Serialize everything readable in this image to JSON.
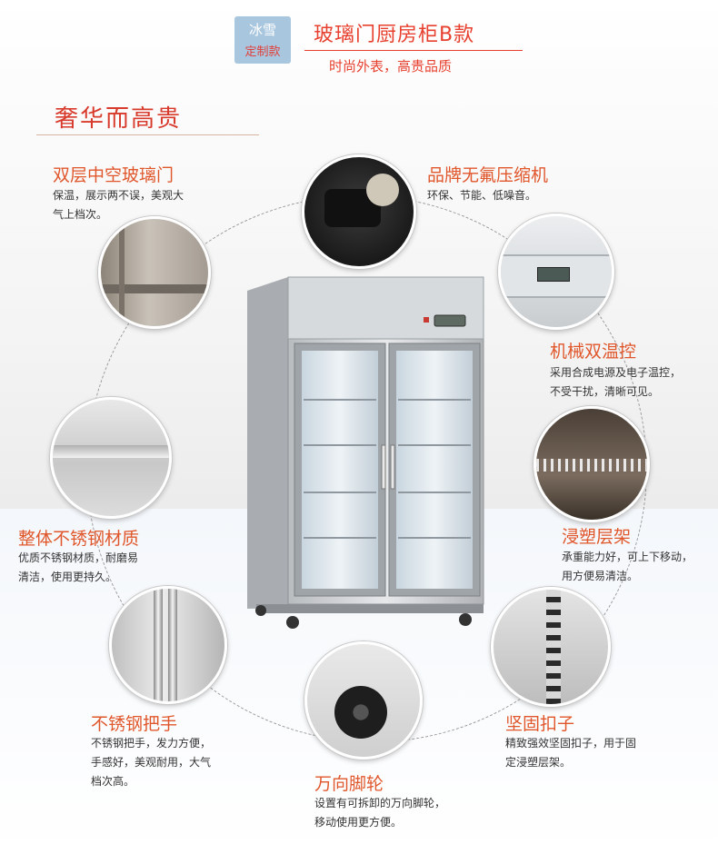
{
  "header": {
    "badge_line1": "冰雪",
    "badge_line2": "定制款",
    "title": "玻璃门厨房柜B款",
    "subtitle": "时尚外表，高贵品质"
  },
  "section_title": "奢华而高贵",
  "features": {
    "glass": {
      "title": "双层中空玻璃门",
      "lines": [
        "保温，展示两不误，美观大",
        "气上档次。"
      ]
    },
    "compressor": {
      "title": "品牌无氟压缩机",
      "lines": [
        "环保、节能、低噪音。"
      ]
    },
    "thermostat": {
      "title": "机械双温控",
      "lines": [
        "采用合成电源及电子温控，",
        "不受干扰，清晰可见。"
      ]
    },
    "steel": {
      "title": "整体不锈钢材质",
      "lines": [
        "优质不锈钢材质，耐磨易",
        "清洁，使用更持久。"
      ]
    },
    "shelf": {
      "title": "浸塑层架",
      "lines": [
        "承重能力好，可上下移动，",
        "用方便易清洁。"
      ]
    },
    "handle": {
      "title": "不锈钢把手",
      "lines": [
        "不锈钢把手，发力方便，",
        "手感好，美观耐用，大气",
        "档次高。"
      ]
    },
    "buckle": {
      "title": "坚固扣子",
      "lines": [
        "精致强效坚固扣子，用于固",
        "定浸塑层架。"
      ]
    },
    "caster": {
      "title": "万向脚轮",
      "lines": [
        "设置有可拆卸的万向脚轮，",
        "移动使用更方便。"
      ]
    }
  },
  "colors": {
    "accent": "#e0572c",
    "title_red": "#e8402f",
    "badge_bg": "#a9c6df"
  }
}
